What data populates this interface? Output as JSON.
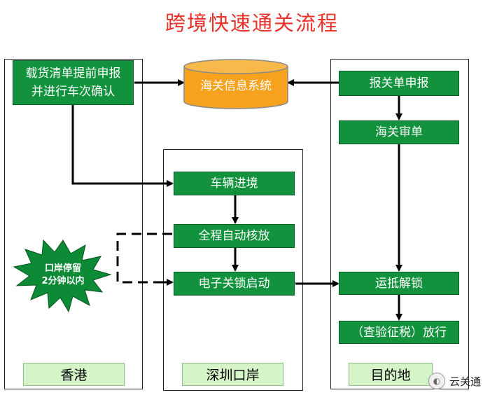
{
  "title": "跨境快速通关流程",
  "lanes": {
    "hongkong": "香港",
    "shenzhen": "深圳口岸",
    "destination": "目的地"
  },
  "boxes": {
    "manifest_line1": "载货清单提前申报",
    "manifest_line2": "并进行车次确认",
    "customs_system": "海关信息系统",
    "declaration": "报关单申报",
    "review": "海关审单",
    "vehicle_entry": "车辆进境",
    "auto_release": "全程自动核放",
    "e_lock": "电子关锁启动",
    "arrival_unlock": "运抵解锁",
    "release": "（查验征税）放行"
  },
  "burst": {
    "line1": "口岸停留",
    "line2": "2分钟以内"
  },
  "watermark": {
    "text": "云关通",
    "icon": "wechat-icon"
  },
  "colors": {
    "title": "#e8322a",
    "green_box": "#13923d",
    "lane_label": "#d5f5c9",
    "system_orange": "#f6a21e",
    "burst": "#0d8a35"
  }
}
